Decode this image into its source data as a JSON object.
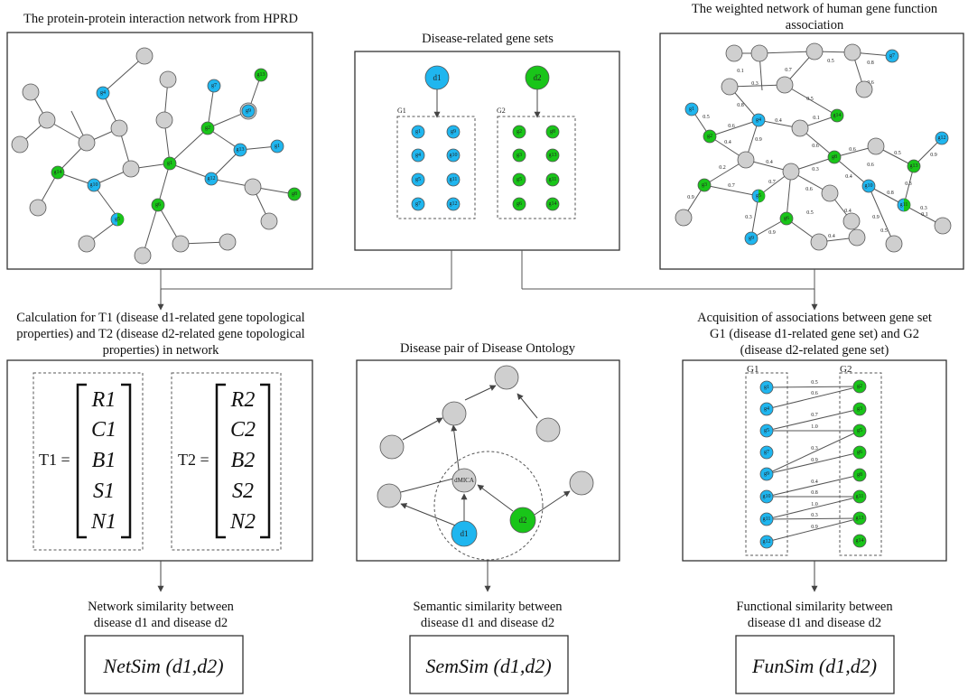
{
  "captions": {
    "hprd": "The protein-protein interaction network from HPRD",
    "gene_sets": "Disease-related gene sets",
    "weighted_1": "The weighted network of human gene function",
    "weighted_2": "association",
    "calc_1": "Calculation for T1 (disease d1-related gene topological",
    "calc_2": "properties) and T2 (disease d2-related gene topological",
    "calc_3": "properties) in network",
    "ontology": "Disease pair of Disease Ontology",
    "acq_1": "Acquisition of associations between gene set",
    "acq_2": "G1 (disease d1-related gene set) and G2",
    "acq_3": "(disease d2-related gene set)",
    "net_1": "Network similarity between",
    "net_2": "disease d1 and disease d2",
    "sem_1": "Semantic similarity between",
    "sem_2": "disease d1 and disease d2",
    "fun_1": "Functional similarity between",
    "fun_2": "disease d1 and disease d2"
  },
  "results": {
    "netsim": "NetSim (d1,d2)",
    "semsim": "SemSim (d1,d2)",
    "funsim": "FunSim (d1,d2)"
  },
  "gene_sets": {
    "d1_label": "d1",
    "d2_label": "d2",
    "g1_label": "G1",
    "g2_label": "G2",
    "g1_genes": [
      "g1",
      "g9",
      "g4",
      "g10",
      "g5",
      "g11",
      "g7",
      "g12"
    ],
    "g2_genes": [
      "g2",
      "g8",
      "g3",
      "g13",
      "g5",
      "g11",
      "g6",
      "g14"
    ]
  },
  "matrices": {
    "t1_label": "T1 =",
    "t1_rows": [
      "R1",
      "C1",
      "B1",
      "S1",
      "N1"
    ],
    "t2_label": "T2 =",
    "t2_rows": [
      "R2",
      "C2",
      "B2",
      "S2",
      "N2"
    ]
  },
  "ontology": {
    "d1": "d1",
    "d2": "d2",
    "dmica": "dMICA"
  },
  "acquisition": {
    "g1_label": "G1",
    "g2_label": "G2",
    "left_genes": [
      "g1",
      "g4",
      "g5",
      "g7",
      "g9",
      "g10",
      "g11",
      "g12"
    ],
    "right_genes": [
      "g2",
      "g3",
      "g5",
      "g6",
      "g8",
      "g11",
      "g13",
      "g14"
    ],
    "weights": [
      "0.5",
      "0.6",
      "0.7",
      "1.0",
      "0.3",
      "0.9",
      "0.4",
      "0.8",
      "1.0",
      "0.3",
      "0.9"
    ]
  },
  "hprd_labels": [
    "g4",
    "g7",
    "g13",
    "g9",
    "g2",
    "g13",
    "g1",
    "g1",
    "g14",
    "g10",
    "g12",
    "g6",
    "g8",
    "g5"
  ],
  "weighted_labels": [
    "g7",
    "g1",
    "g4",
    "g14",
    "g2",
    "g8",
    "g12",
    "g13",
    "g3",
    "g5",
    "g10",
    "g11",
    "g6",
    "g9"
  ],
  "weighted_weights": [
    "0.1",
    "0.7",
    "0.5",
    "0.8",
    "0.3",
    "0.6",
    "0.8",
    "0.5",
    "0.5",
    "0.6",
    "0.4",
    "0.1",
    "0.9",
    "0.4",
    "0.6",
    "0.6",
    "0.6",
    "0.5",
    "0.9",
    "0.2",
    "0.4",
    "0.3",
    "0.4",
    "0.3",
    "0.7",
    "0.7",
    "0.6",
    "0.8",
    "0.9",
    "0.3",
    "0.5",
    "0.4",
    "0.9",
    "0.3",
    "0.9",
    "0.1",
    "0.4",
    "0.5"
  ]
}
